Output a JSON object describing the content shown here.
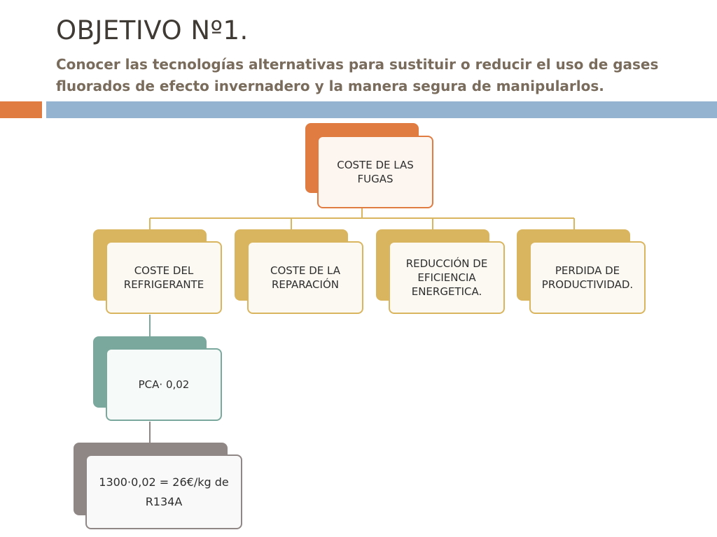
{
  "slide": {
    "title": "OBJETIVO Nº1.",
    "subtitle": "Conocer las tecnologías alternativas para sustituir o reducir el uso de gases fluorados de efecto invernadero y la manera segura de manipularlos."
  },
  "diagram": {
    "root": {
      "label": "COSTE DE LAS FUGAS"
    },
    "children": [
      {
        "label": "COSTE DEL REFRIGERANTE"
      },
      {
        "label": "COSTE DE LA REPARACIÓN"
      },
      {
        "label": "REDUCCIÓN DE EFICIENCIA ENERGETICA."
      },
      {
        "label": "PERDIDA DE PRODUCTIVIDAD."
      }
    ],
    "sub1": {
      "label": "PCA· 0,02"
    },
    "sub2": {
      "label": "1300·0,02 = 26€/kg de R134A"
    }
  },
  "colors": {
    "accent_orange": "#e07b42",
    "accent_blue": "#94b3d1",
    "gold": "#d9b55f",
    "teal": "#7ba89c",
    "grey": "#8f8785"
  }
}
